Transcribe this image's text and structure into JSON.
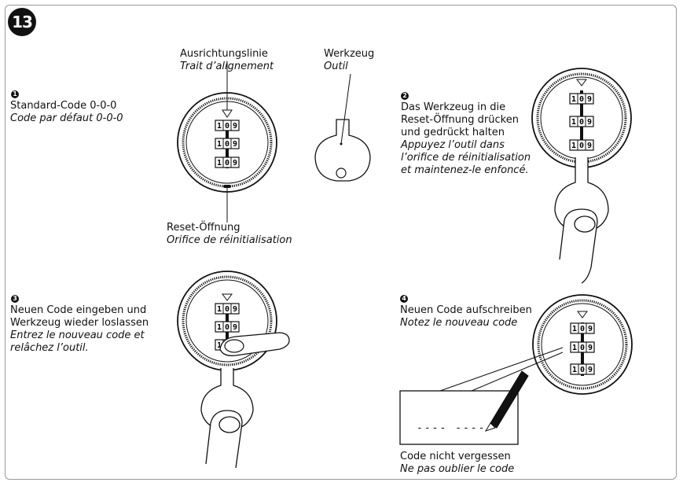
{
  "badge": "13",
  "labels": {
    "alignment_de": "Ausrichtungslinie",
    "alignment_fr": "Trait d’alignement",
    "tool_de": "Werkzeug",
    "tool_fr": "Outil",
    "reset_de": "Reset-Öffnung",
    "reset_fr": "Orifice de réinitialisation"
  },
  "steps": [
    {
      "num": "1",
      "lines_de": [
        "Standard-Code 0-0-0"
      ],
      "lines_fr": [
        "Code par défaut 0-0-0"
      ]
    },
    {
      "num": "2",
      "lines_de": [
        "Das Werkzeug in die",
        "Reset-Öffnung drücken",
        "und gedrückt halten"
      ],
      "lines_fr": [
        "Appuyez l’outil dans",
        "l’orifice de réinitialisation",
        "et maintenez-le enfoncé."
      ]
    },
    {
      "num": "3",
      "lines_de": [
        "Neuen Code eingeben und",
        "Werkzeug wieder loslassen"
      ],
      "lines_fr": [
        "Entrez le nouveau code et",
        "relâchez l’outil."
      ]
    },
    {
      "num": "4",
      "lines_de": [
        "Neuen Code aufschreiben"
      ],
      "lines_fr": [
        "Notez le nouveau code"
      ]
    }
  ],
  "footer": {
    "de": "Code nicht vergessen",
    "fr": "Ne pas oublier le code"
  },
  "note_placeholder": "---- ----",
  "wheel_digits": [
    "1",
    "0",
    "9"
  ]
}
